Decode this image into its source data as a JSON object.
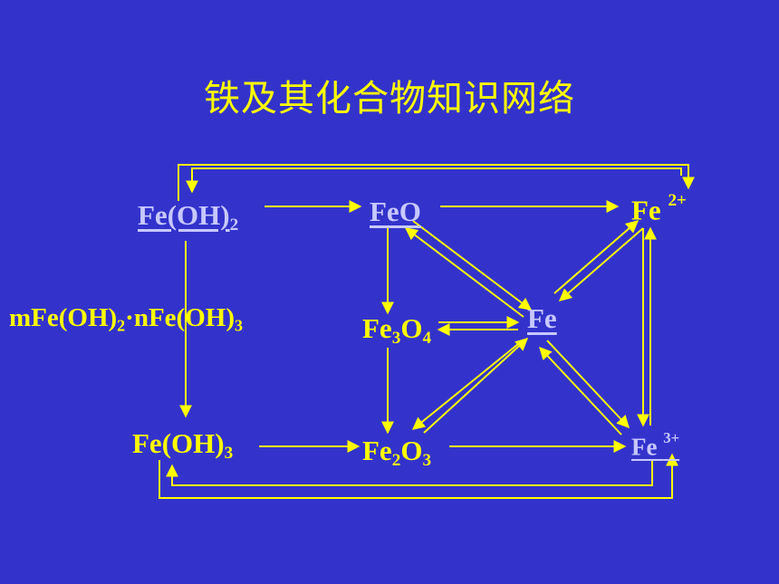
{
  "title": "铁及其化合物知识网络",
  "colors": {
    "background": "#3333CC",
    "accent": "#FFFF00",
    "node_light": "#C8C8FF"
  },
  "nodes": {
    "feoh2": {
      "main": "Fe(OH)",
      "sub": "2"
    },
    "feo": {
      "main": "FeO"
    },
    "fe2plus": {
      "main": "Fe",
      "sup": "2+"
    },
    "mixed": {
      "p1": "mFe(OH)",
      "s1": "2",
      "dot": "·",
      "p2": "nFe(OH)",
      "s2": "3"
    },
    "fe3o4": {
      "p1": "Fe",
      "s1": "3",
      "p2": "O",
      "s2": "4"
    },
    "fe": {
      "main": "Fe"
    },
    "feoh3": {
      "main": "Fe(OH)",
      "sub": "3"
    },
    "fe2o3": {
      "p1": "Fe",
      "s1": "2",
      "p2": "O",
      "s2": "3"
    },
    "fe3plus": {
      "main": "Fe",
      "sup": "3+"
    }
  }
}
